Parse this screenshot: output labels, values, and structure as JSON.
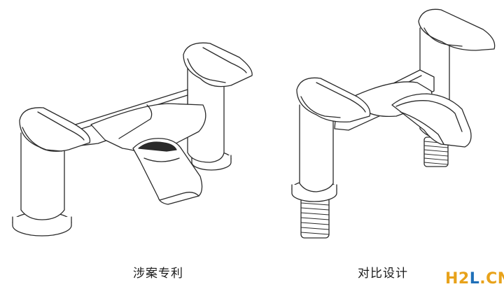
{
  "captions": {
    "left": "涉案专利",
    "right": "对比设计"
  },
  "watermark": {
    "part1": "H2",
    "part2": "L",
    "part3": ".CN"
  },
  "colors": {
    "line": "#2a2a2a",
    "caption": "#1a1a1a",
    "watermark_orange": "#e8a21a",
    "watermark_blue": "#1f6fb8"
  }
}
